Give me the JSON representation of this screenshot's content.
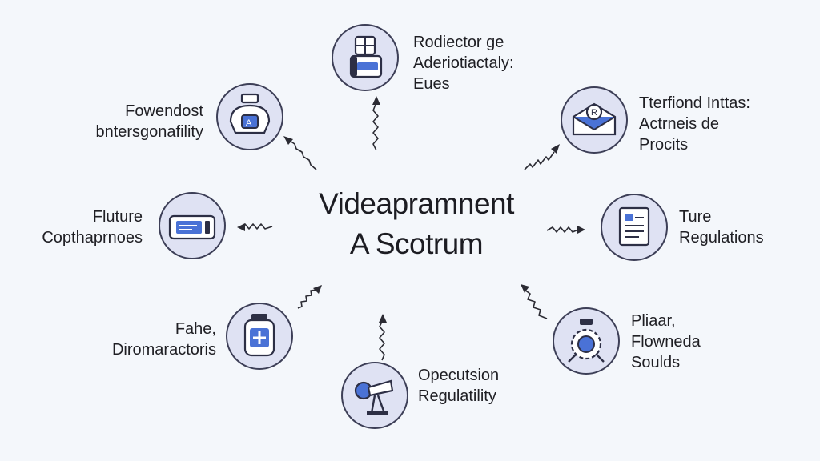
{
  "diagram": {
    "title_line1": "Videapramnent",
    "title_line2": "A Scotrum",
    "colors": {
      "node_fill": "#dfe2f3",
      "node_stroke": "#3d3f57",
      "accent": "#4a72d6",
      "arrow": "#2b2b33"
    },
    "nodes": [
      {
        "id": "top",
        "icon": "bookcase-box-icon",
        "lines": [
          "Rodiector ge",
          "Aderiotiactaly:",
          "Eues"
        ]
      },
      {
        "id": "top-right",
        "icon": "envelope-badge-icon",
        "lines": [
          "Tterfiond Inttas:",
          "Actrneis de",
          "Procits"
        ]
      },
      {
        "id": "right",
        "icon": "document-list-icon",
        "lines": [
          "Ture",
          "Regulations"
        ]
      },
      {
        "id": "bottom-right",
        "icon": "gear-person-icon",
        "lines": [
          "Pliaar,",
          "Flowneda",
          "Soulds"
        ]
      },
      {
        "id": "bottom",
        "icon": "telescope-person-icon",
        "lines": [
          "Opecutsion",
          "Regulatility"
        ]
      },
      {
        "id": "bottom-left",
        "icon": "canister-plus-icon",
        "lines": [
          "Fahe,",
          "Diromaractoris"
        ]
      },
      {
        "id": "left",
        "icon": "server-card-icon",
        "lines": [
          "Fluture",
          "Copthaprnoes"
        ]
      },
      {
        "id": "top-left",
        "icon": "robot-face-icon",
        "lines": [
          "Fowendost",
          "bntersgonafility"
        ]
      }
    ]
  }
}
